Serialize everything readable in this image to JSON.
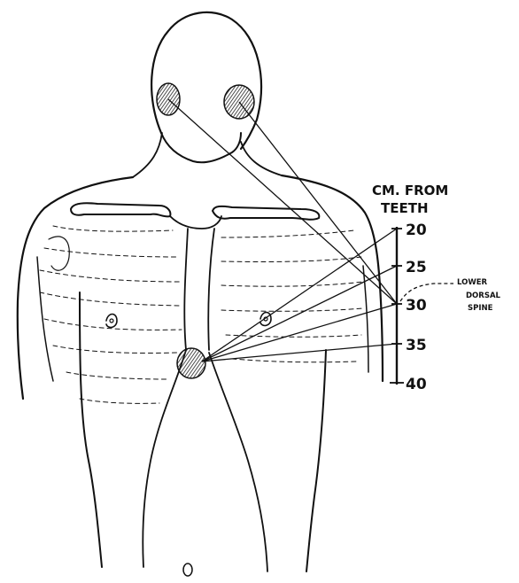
{
  "figure": {
    "scale_title_line1": "CM. FROM",
    "scale_title_line2": "TEETH",
    "scale_ticks": [
      "20",
      "25",
      "30",
      "35",
      "40"
    ],
    "annotation_line1": "LOWER",
    "annotation_line2": "DORSAL",
    "annotation_line3": "SPINE",
    "ink_color": "#111111",
    "shade_color": "#333333"
  }
}
